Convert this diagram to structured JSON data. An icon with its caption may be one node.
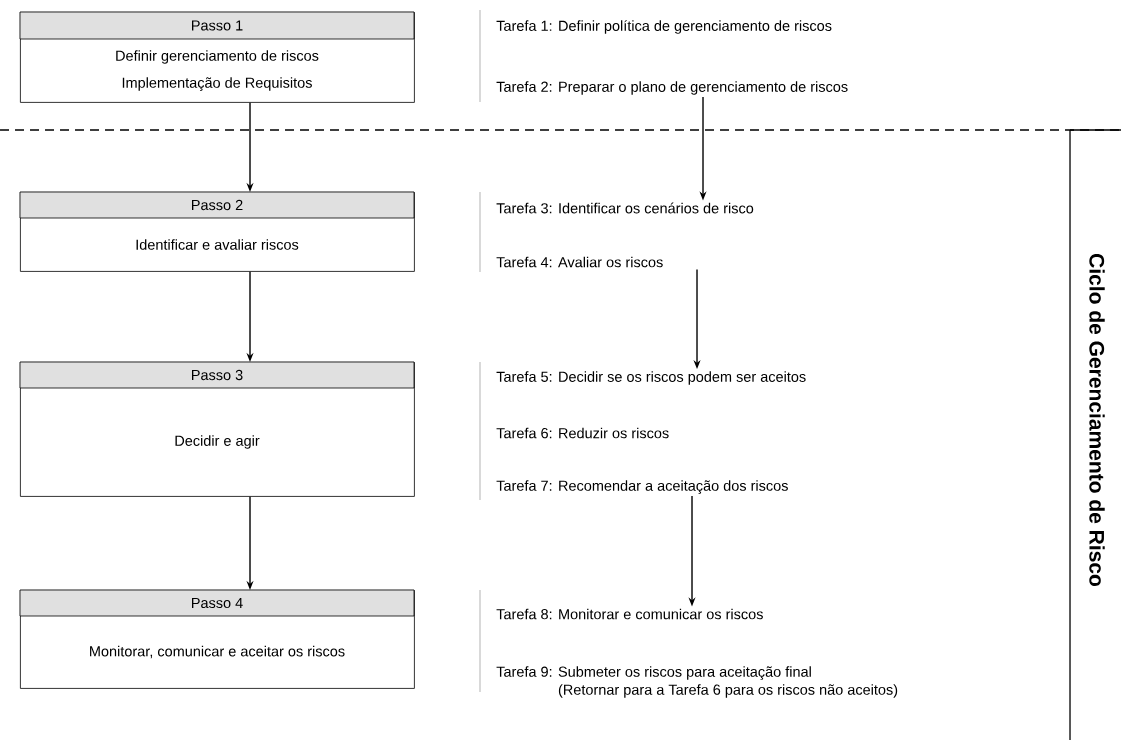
{
  "diagram": {
    "nodes": [
      {
        "text": [
          "Passo 1",
          "Definir gerenciamento de riscos",
          "Implementação de Requisitos"
        ]
      },
      {
        "text": [
          "Passo 2",
          "Identificar e avaliar riscos"
        ]
      },
      {
        "text": [
          "Passo 3",
          "Decidir e agir"
        ]
      },
      {
        "text": [
          "Passo 4",
          "Monitorar, comunicar e aceitar os riscos"
        ]
      },
      {
        "text": [
          "Tarefa 1: Definir política de gerenciamento de riscos"
        ]
      },
      {
        "text": [
          "Tarefa 2: Preparar o plano de gerenciamento de riscos"
        ]
      },
      {
        "text": [
          "Tarefa 3: Identificar os cenários de risco"
        ]
      },
      {
        "text": [
          "Tarefa 4: Avaliar os riscos"
        ]
      },
      {
        "text": [
          "Tarefa 5: Decidir se os riscos podem ser aceitos"
        ]
      },
      {
        "text": [
          "Tarefa 6: Reduzir os riscos"
        ]
      },
      {
        "text": [
          "Tarefa 7: Recomendar a aceitação dos riscos"
        ]
      },
      {
        "text": [
          "Tarefa 8: Monitorar e comunicar os riscos"
        ]
      },
      {
        "text": [
          "Tarefa 9: Submeter os riscos para aceitação final",
          "(Retornar para a Tarefa 6 para os riscos não aceitos)"
        ]
      }
    ],
    "edges": [
      {
        "from": 0,
        "to": 1,
        "arrow": "to"
      },
      {
        "from": 1,
        "to": 2,
        "arrow": "to"
      },
      {
        "from": 2,
        "to": 3,
        "arrow": "to"
      },
      {
        "from": 5,
        "to": 6,
        "arrow": "to"
      },
      {
        "from": 7,
        "to": 8,
        "arrow": "to"
      },
      {
        "from": 10,
        "to": 11,
        "arrow": "to"
      }
    ],
    "labels": [
      "Ciclo de Gerenciamento de Risco"
    ]
  }
}
